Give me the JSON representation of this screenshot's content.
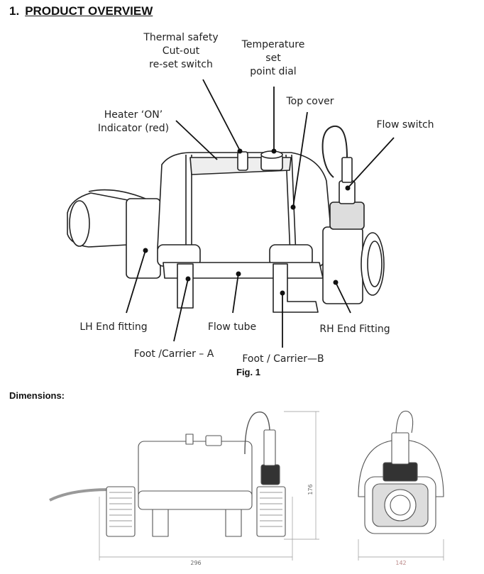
{
  "section": {
    "number": "1.",
    "title": "PRODUCT OVERVIEW"
  },
  "figure": {
    "caption": "Fig. 1",
    "labels": {
      "thermal": "Thermal safety\nCut-out\nre-set switch",
      "temp_dial": "Temperature\nset\npoint dial",
      "top_cover": "Top cover",
      "heater_on": "Heater ‘ON’\nIndicator (red)",
      "flow_switch": "Flow switch",
      "lh_end": "LH End fitting",
      "flow_tube": "Flow tube",
      "rh_end": "RH End Fitting",
      "foot_a": "Foot /Carrier – A",
      "foot_b": "Foot / Carrier—B"
    }
  },
  "dimensions": {
    "heading": "Dimensions:",
    "length": "296",
    "height": "176",
    "width": "142"
  }
}
